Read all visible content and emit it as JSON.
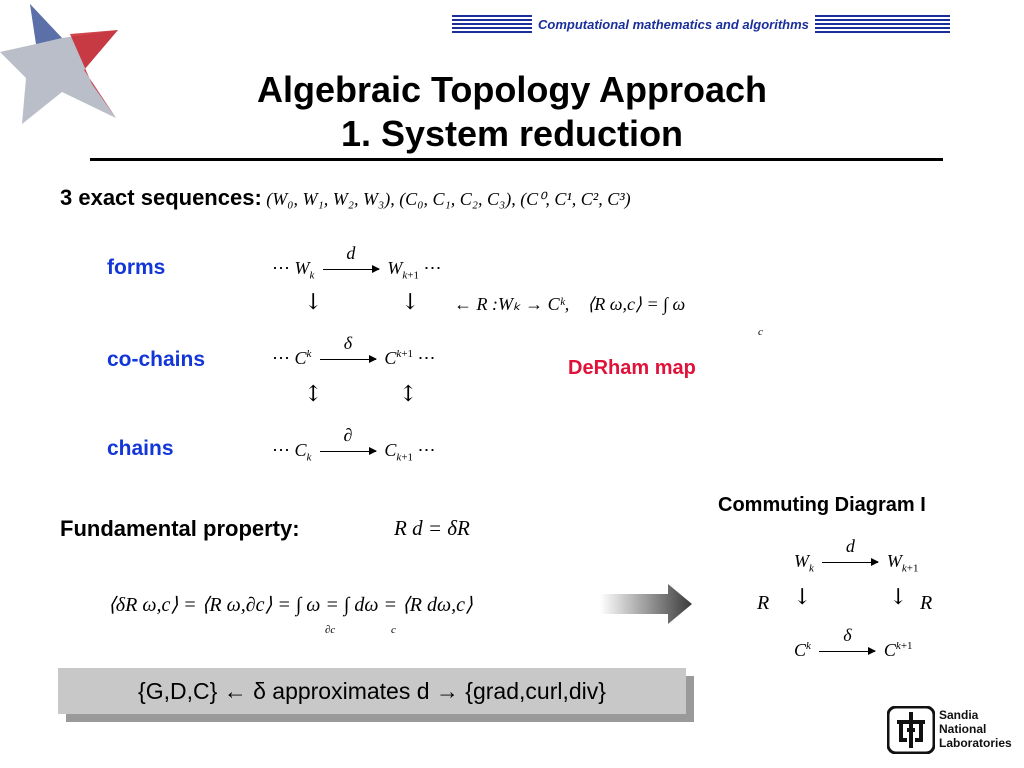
{
  "header": {
    "band_label": "Computational mathematics and algorithms"
  },
  "title": {
    "line1": "Algebraic Topology Approach",
    "line2": "1. System reduction"
  },
  "sequences": {
    "label": "3 exact sequences:",
    "tuple1": "(W₀, W₁, W₂, W₃),",
    "tuple2": "(C₀, C₁, C₂, C₃),",
    "tuple3": "(C⁰, C¹, C², C³)"
  },
  "rows": {
    "forms": "forms",
    "cochains": "co-chains",
    "chains": "chains"
  },
  "operators": {
    "d": "d",
    "delta": "δ",
    "partial": "∂"
  },
  "derham": {
    "label": "DeRham map",
    "map_def": "← R :Wₖ → Cᵏ,",
    "pairing": "⟨R ω,c⟩ = ∫ ω"
  },
  "fundamental": {
    "label": "Fundamental property:",
    "equation": "R d = δR"
  },
  "identity": {
    "equation": "⟨δR ω,c⟩ = ⟨R ω,∂c⟩ = ∫ ω = ∫ dω = ⟨R dω,c⟩"
  },
  "commuting": {
    "label": "Commuting Diagram I",
    "R": "R"
  },
  "summary": {
    "formula": "{G,D,C} ← δ approximates d → {grad,curl,div}"
  },
  "logo": {
    "line1": "Sandia",
    "line2": "National",
    "line3": "Laboratories"
  }
}
